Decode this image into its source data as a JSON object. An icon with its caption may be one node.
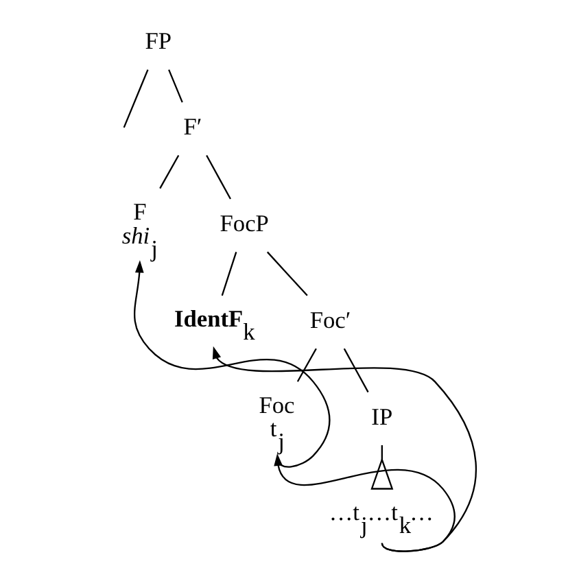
{
  "diagram": {
    "nodes": [
      {
        "text": [
          "FP"
        ]
      },
      {
        "text": [
          "F′"
        ]
      },
      {
        "text": [
          "F",
          "*shi*$_{j}$"
        ]
      },
      {
        "text": [
          "FocP"
        ]
      },
      {
        "text": [
          "**IdentF**$_{k}$"
        ]
      },
      {
        "text": [
          "Foc′"
        ]
      },
      {
        "text": [
          "Foc",
          "t$_{j}$"
        ]
      },
      {
        "text": [
          "IP"
        ]
      },
      {
        "text": [
          "…t$_{j}$…t$_{k}$…"
        ]
      }
    ],
    "edges": [
      {
        "from": 0,
        "to": null,
        "arrow": "none"
      },
      {
        "from": 0,
        "to": 1,
        "arrow": "none"
      },
      {
        "from": 1,
        "to": 2,
        "arrow": "none"
      },
      {
        "from": 1,
        "to": 3,
        "arrow": "none"
      },
      {
        "from": 3,
        "to": 4,
        "arrow": "none"
      },
      {
        "from": 3,
        "to": 5,
        "arrow": "none"
      },
      {
        "from": 5,
        "to": 6,
        "arrow": "none"
      },
      {
        "from": 5,
        "to": 7,
        "arrow": "none"
      },
      {
        "from": 7,
        "to": 8,
        "arrow": "other"
      },
      {
        "from": 6,
        "to": 2,
        "arrow": "to"
      },
      {
        "from": 8,
        "to": 6,
        "arrow": "to"
      },
      {
        "from": 8,
        "to": 4,
        "arrow": "to"
      }
    ]
  }
}
